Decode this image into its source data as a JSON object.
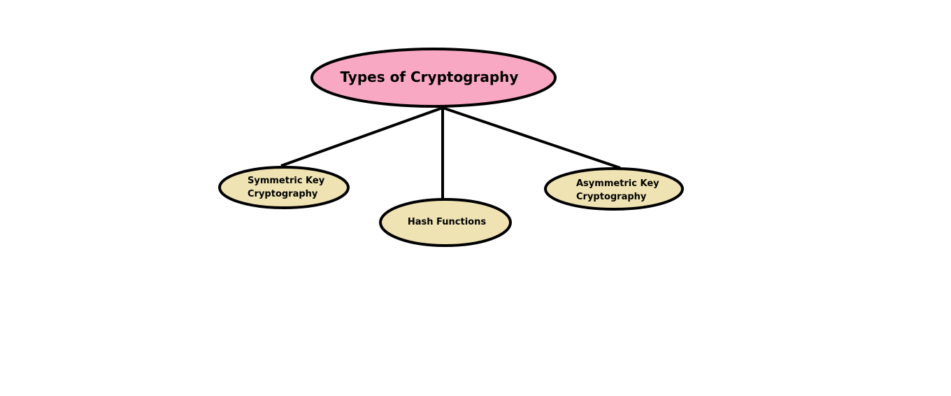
{
  "diagram": {
    "root": {
      "label": "Types of Cryptography",
      "fill": "#F9A8C4"
    },
    "children": [
      {
        "lines": [
          "Symmetric Key",
          "Cryptography"
        ]
      },
      {
        "lines": [
          "Hash Functions"
        ]
      },
      {
        "lines": [
          "Asymmetric Key",
          "Cryptography"
        ]
      }
    ],
    "child_fill": "#EFE3B3",
    "stroke_color": "#000000"
  }
}
